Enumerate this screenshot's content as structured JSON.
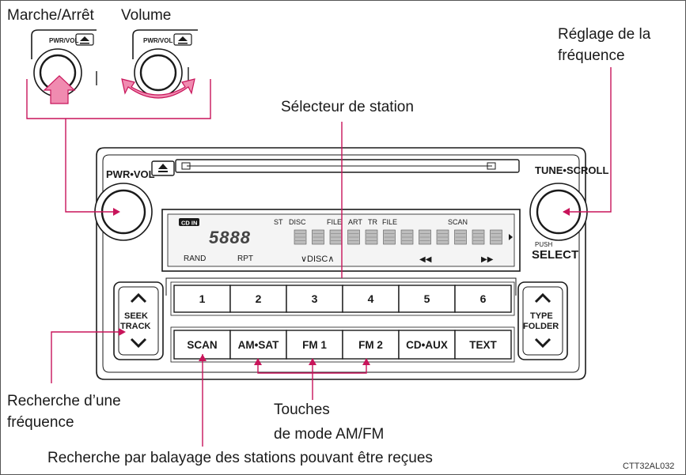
{
  "callouts": {
    "power": "Marche/Arrêt",
    "volume": "Volume",
    "tuning_line1": "Réglage de la",
    "tuning_line2": "fréquence",
    "station_selector": "Sélecteur de station",
    "seek_line1": "Recherche d’une",
    "seek_line2": "fréquence",
    "mode_line1": "Touches",
    "mode_line2": "de mode AM/FM",
    "scan_desc": "Recherche par balayage des stations pouvant être reçues"
  },
  "image_code": "CTT32AL032",
  "radio": {
    "pwr_vol": "PWR•VOL",
    "tune_scroll": "TUNE•SCROLL",
    "push": "PUSH",
    "select": "SELECT",
    "eject_symbol": "⏏",
    "seek_line1": "SEEK",
    "seek_line2": "TRACK",
    "type_line1": "TYPE",
    "type_line2": "FOLDER",
    "presets": [
      "1",
      "2",
      "3",
      "4",
      "5",
      "6"
    ],
    "mode_buttons": [
      "SCAN",
      "AM•SAT",
      "FM 1",
      "FM 2",
      "CD•AUX",
      "TEXT"
    ],
    "display": {
      "cd_in": "CD IN",
      "indicators": [
        "ST",
        "DISC",
        "FILE",
        "ART",
        "TR",
        "FILE",
        "SCAN"
      ],
      "rand": "RAND",
      "rpt": "RPT",
      "disc_nav": "∨DISC∧",
      "rew": "◀◀",
      "ff": "▶▶",
      "segments": "5888"
    },
    "knob_label_small": "PWR/VOL"
  },
  "colors": {
    "callout_line": "#c8145a",
    "outline": "#1a1a1a",
    "panel": "#ffffff",
    "display_bg": "#e9e9e9",
    "arrow_fill": "#f08bb0"
  }
}
